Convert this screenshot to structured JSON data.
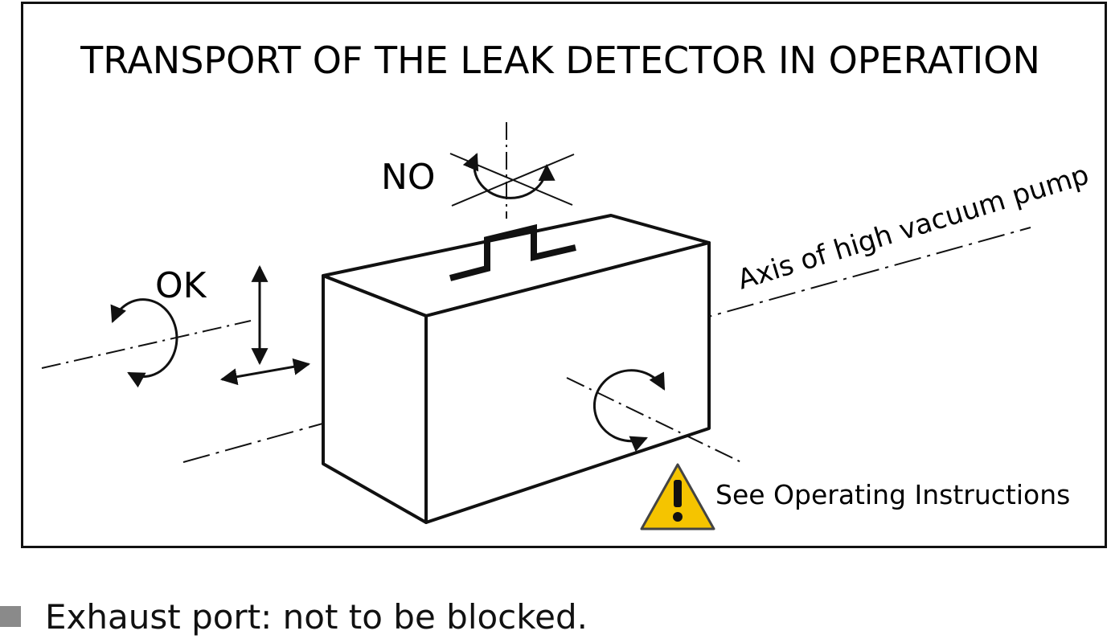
{
  "diagram": {
    "title": "TRANSPORT OF THE LEAK DETECTOR IN OPERATION",
    "label_no": "NO",
    "label_ok": "OK",
    "axis_label": "Axis of high vacuum pump",
    "warning_text": "See Operating Instructions",
    "warning_icon": "warning-triangle-icon",
    "warning_color": "#f5c400"
  },
  "footer": {
    "bullet_text": "Exhaust port: not to be blocked."
  }
}
